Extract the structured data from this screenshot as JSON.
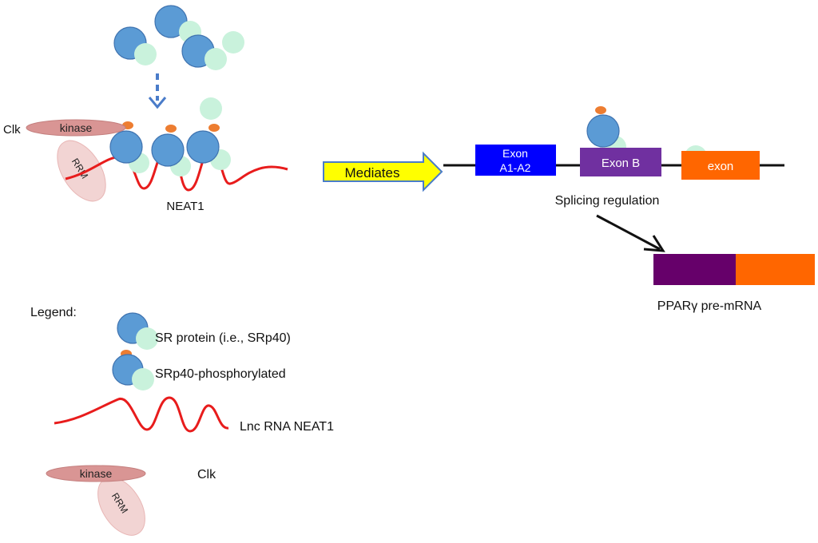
{
  "labels": {
    "clk_top": "Clk",
    "kinase": "kinase",
    "rrm": "RRM",
    "neat1": "NEAT1",
    "mediates": "Mediates",
    "exon_a_line1": "Exon",
    "exon_a_line2": "A1-A2",
    "exon_b": "Exon B",
    "exon_c": "exon",
    "splicing_regulation": "Splicing regulation",
    "pparg_pre": "PPAR",
    "pparg_gamma": "γ",
    "pparg_post": " pre-mRNA",
    "legend_title": "Legend:",
    "legend_sr": "SR protein (i.e., SRp40)",
    "legend_srp": "SRp40-phosphorylated",
    "legend_lnc": "Lnc RNA NEAT1",
    "legend_kinase": "kinase",
    "legend_rrm": "RRM",
    "legend_clk": "Clk"
  },
  "colors": {
    "sr_protein_blue": "#5b9bd5",
    "sr_protein_green": "#c9f2dc",
    "phosphate_orange": "#ed7d31",
    "rna_red": "#e81c1c",
    "kinase_pink": "#d99594",
    "rrm_pink": "#f2d4d3",
    "mediates_yellow": "#ffff00",
    "exon_a_blue": "#0000ff",
    "exon_b_purple": "#7030a0",
    "exon_c_orange": "#ff6600",
    "mrna_purple": "#66006a",
    "mrna_orange": "#ff6600",
    "dashed_arrow_blue": "#4a7cc9"
  }
}
